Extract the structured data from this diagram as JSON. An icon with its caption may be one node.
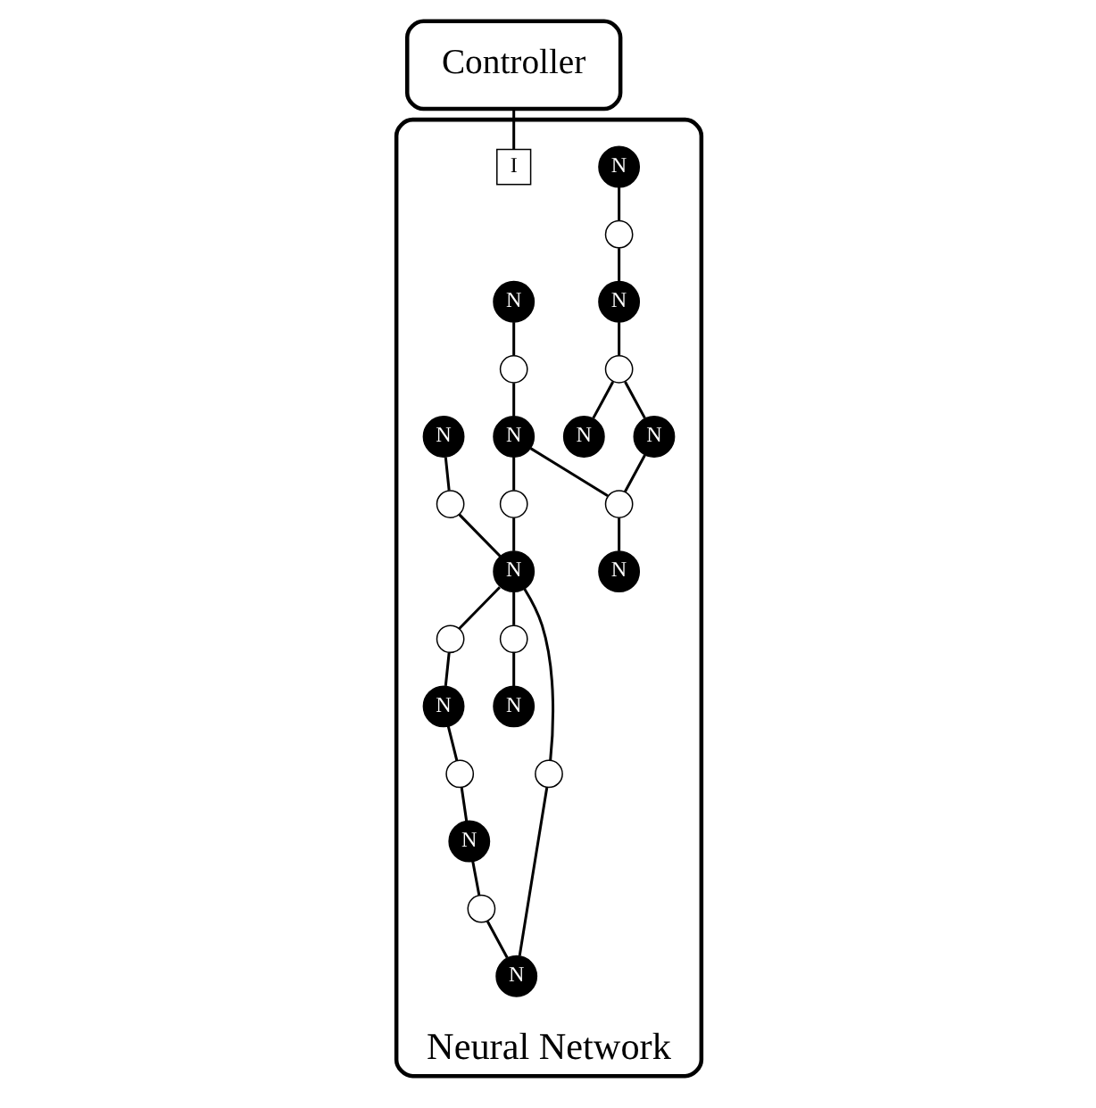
{
  "diagram": {
    "nodes": [
      {
        "text": [
          "Controller"
        ]
      },
      {
        "text": [
          "Neural Network"
        ]
      },
      {
        "text": [
          "N"
        ],
        "in": 1
      },
      {
        "text": [],
        "shape": "circle",
        "in": 1
      },
      {
        "text": [
          "N"
        ],
        "in": 1
      },
      {
        "text": [],
        "shape": "circle",
        "in": 1
      },
      {
        "text": [
          "N"
        ],
        "in": 1
      },
      {
        "text": [
          "N"
        ],
        "in": 1
      },
      {
        "text": [
          "N"
        ],
        "in": 1
      },
      {
        "text": [],
        "shape": "circle",
        "in": 1
      },
      {
        "text": [
          "N"
        ],
        "in": 1
      },
      {
        "text": [],
        "shape": "circle",
        "in": 1
      },
      {
        "text": [
          "N"
        ],
        "in": 1
      },
      {
        "text": [],
        "shape": "circle",
        "in": 1
      },
      {
        "text": [
          "I"
        ],
        "in": 1
      },
      {
        "text": [
          "N"
        ],
        "in": 1
      },
      {
        "text": [],
        "shape": "circle",
        "in": 1
      },
      {
        "text": [
          "N"
        ],
        "in": 1
      },
      {
        "text": [],
        "shape": "circle",
        "in": 1
      },
      {
        "text": [
          "N"
        ],
        "in": 1
      },
      {
        "text": [],
        "shape": "circle",
        "in": 1
      },
      {
        "text": [],
        "shape": "circle",
        "in": 1
      },
      {
        "text": [],
        "shape": "circle",
        "in": 1
      },
      {
        "text": [
          "N"
        ],
        "in": 1
      },
      {
        "text": [],
        "shape": "circle",
        "in": 1
      },
      {
        "text": [
          "N"
        ],
        "in": 1
      },
      {
        "text": [
          "N"
        ],
        "in": 1
      }
    ],
    "edges": [
      {
        "from": 2,
        "to": 3,
        "arrow": "none"
      },
      {
        "from": 3,
        "to": 4,
        "arrow": "none"
      },
      {
        "from": 4,
        "to": 5,
        "arrow": "none"
      },
      {
        "from": 5,
        "to": 6,
        "arrow": "none"
      },
      {
        "from": 5,
        "to": 7,
        "arrow": "none"
      },
      {
        "from": 7,
        "to": 11,
        "arrow": "none"
      },
      {
        "from": 8,
        "to": 9,
        "arrow": "none"
      },
      {
        "from": 9,
        "to": 10,
        "arrow": "none"
      },
      {
        "from": 10,
        "to": 11,
        "arrow": "none"
      },
      {
        "from": 11,
        "to": 12,
        "arrow": "none"
      },
      {
        "from": 10,
        "to": 13,
        "arrow": "none"
      },
      {
        "from": 13,
        "to": 19,
        "arrow": "none"
      },
      {
        "from": 17,
        "to": 18,
        "arrow": "none"
      },
      {
        "from": 18,
        "to": 19,
        "arrow": "none"
      },
      {
        "from": 19,
        "to": 16,
        "arrow": "none"
      },
      {
        "from": 16,
        "to": 15,
        "arrow": "none"
      },
      {
        "from": 15,
        "to": 20,
        "arrow": "none"
      },
      {
        "from": 20,
        "to": 23,
        "arrow": "none"
      },
      {
        "from": 23,
        "to": 24,
        "arrow": "none"
      },
      {
        "from": 24,
        "to": 26,
        "arrow": "none"
      },
      {
        "from": 19,
        "to": 22,
        "arrow": "none"
      },
      {
        "from": 22,
        "to": 26,
        "arrow": "none"
      },
      {
        "from": 19,
        "to": 21,
        "arrow": "none"
      },
      {
        "from": 21,
        "to": 25,
        "arrow": "none"
      },
      {
        "from": 0,
        "to": 14,
        "arrow": "none"
      }
    ]
  }
}
